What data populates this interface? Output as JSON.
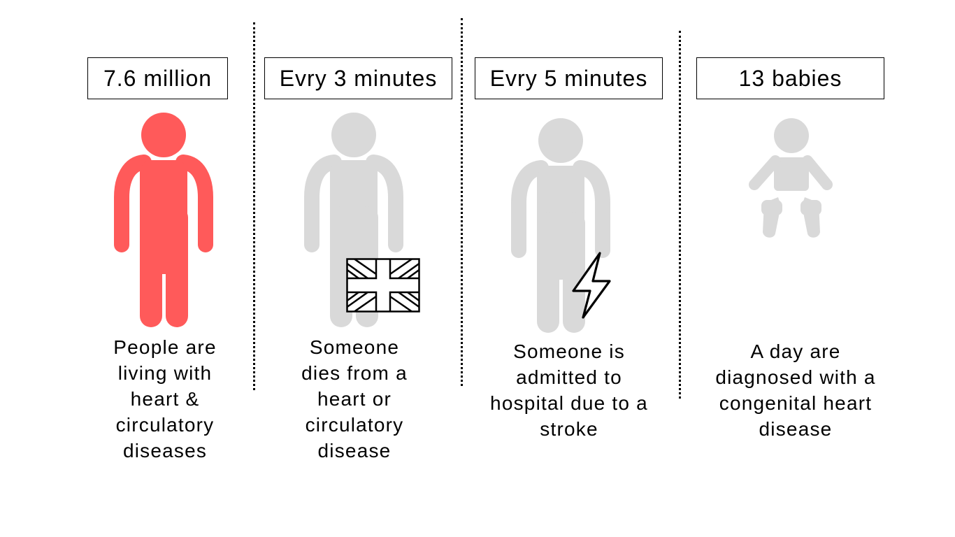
{
  "colors": {
    "highlight": "#ff5a5a",
    "muted": "#d9d9d9",
    "ink": "#000000"
  },
  "stats": [
    {
      "value": "7.6 million",
      "description": "People are\nliving with\nheart &\ncirculatory\ndiseases",
      "icon": "adult-person-icon"
    },
    {
      "value": "Evry 3 minutes",
      "description": "Someone\ndies from a\nheart or\ncirculatory\ndisease",
      "icon": "adult-person-icon",
      "badge_icon": "uk-flag-icon"
    },
    {
      "value": "Evry 5 minutes",
      "description": "Someone is\nadmitted to\nhospital due to a\nstroke",
      "icon": "adult-person-icon",
      "badge_icon": "lightning-bolt-icon"
    },
    {
      "value": "13 babies",
      "description": "A day are\ndiagnosed with a\ncongenital heart\ndisease",
      "icon": "baby-icon"
    }
  ]
}
